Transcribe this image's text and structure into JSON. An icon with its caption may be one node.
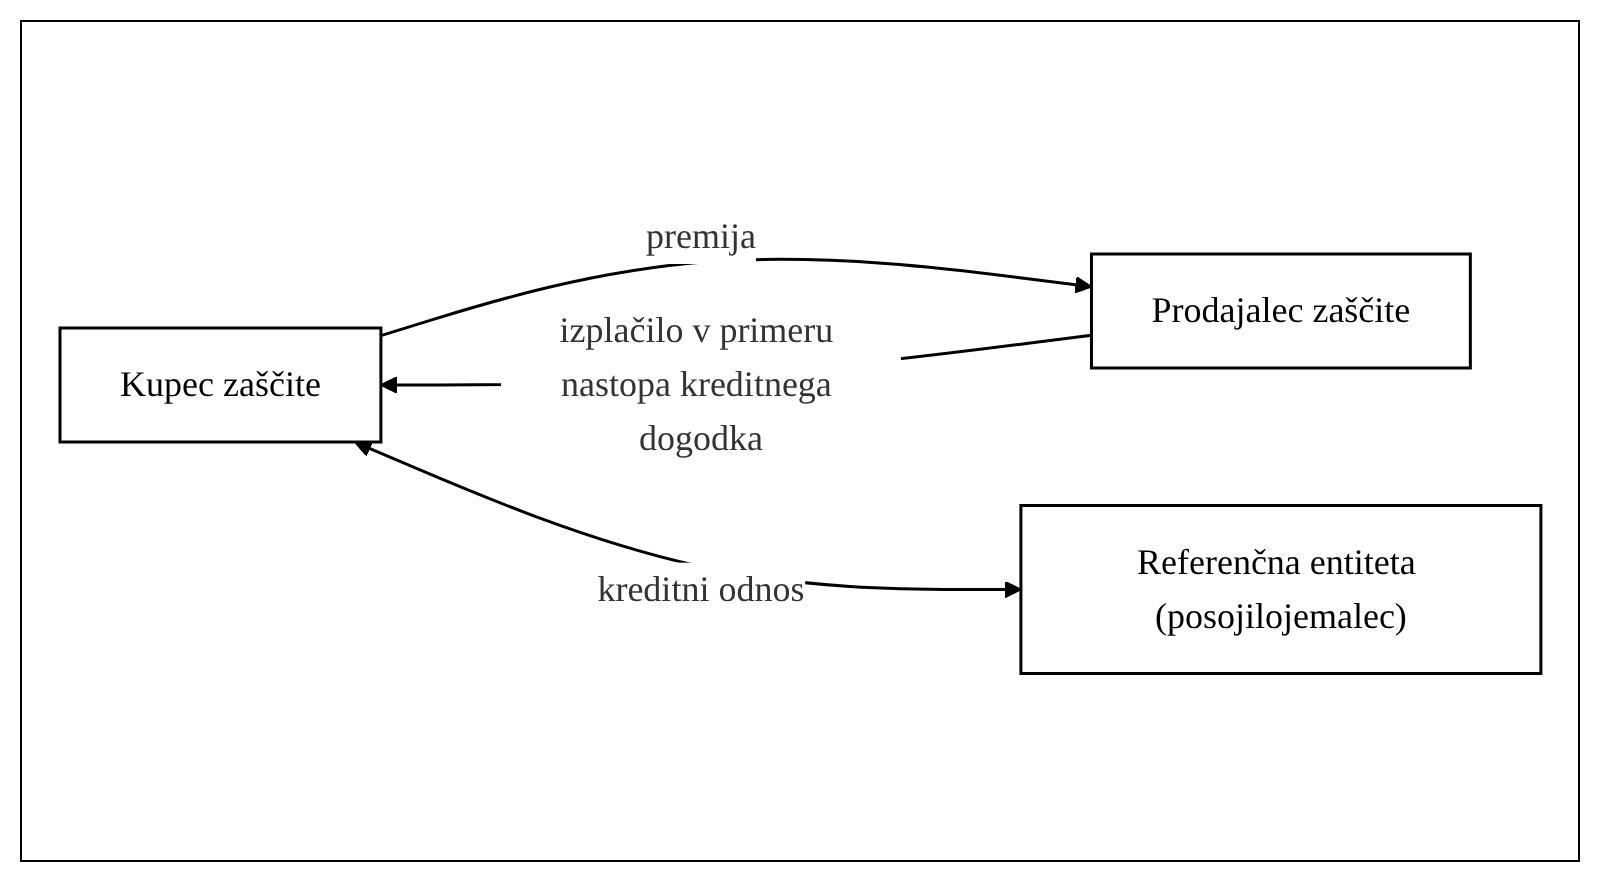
{
  "diagram": {
    "nodes": [
      {
        "text": [
          "Kupec zaščite"
        ]
      },
      {
        "text": [
          "Prodajalec zaščite"
        ]
      },
      {
        "text": [
          "Referenčna entiteta (posojilojemalec)"
        ]
      }
    ],
    "edges": [
      {
        "from": 0,
        "to": 1,
        "arrow": "to",
        "label": "premija"
      },
      {
        "from": 1,
        "to": 0,
        "arrow": "to",
        "label": "izplačilo v primeru nastopa kreditnega dogodka"
      },
      {
        "from": 0,
        "to": 2,
        "arrow": "both",
        "label": "kreditni odnos"
      }
    ]
  }
}
